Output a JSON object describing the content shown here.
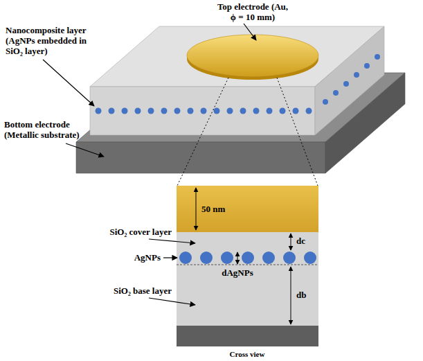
{
  "diagram": {
    "labels": [
      "Top electrode (Au, ϕ = 10 mm)",
      "Nanocomposite layer (AgNPs embedded in SiO₂ layer)",
      "Bottom electrode (Metallic substrate)",
      "50 nm",
      "dc",
      "SiO₂ cover layer",
      "AgNPs",
      "dAgNPs",
      "db",
      "SiO₂ base layer",
      "Cross view"
    ]
  }
}
